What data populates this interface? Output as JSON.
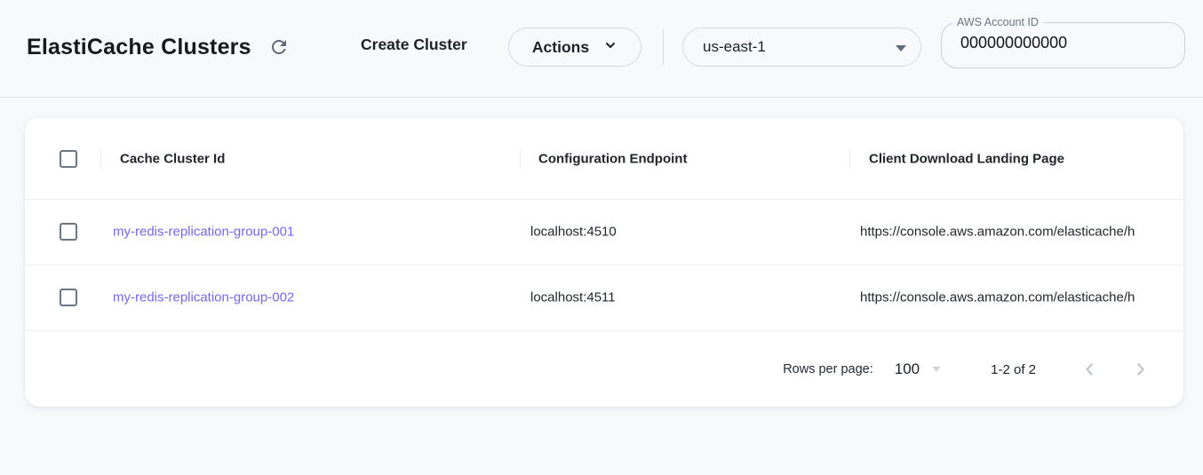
{
  "header": {
    "title": "ElastiCache Clusters",
    "create_cluster_label": "Create Cluster",
    "actions_label": "Actions",
    "region_value": "us-east-1",
    "account_label": "AWS Account ID",
    "account_value": "000000000000"
  },
  "table": {
    "columns": [
      "Cache Cluster Id",
      "Configuration Endpoint",
      "Client Download Landing Page"
    ],
    "rows": [
      {
        "cache_cluster_id": "my-redis-replication-group-001",
        "configuration_endpoint": "localhost:4510",
        "client_download_landing_page": "https://console.aws.amazon.com/elasticache/h"
      },
      {
        "cache_cluster_id": "my-redis-replication-group-002",
        "configuration_endpoint": "localhost:4511",
        "client_download_landing_page": "https://console.aws.amazon.com/elasticache/h"
      }
    ],
    "pagination": {
      "rows_per_page_label": "Rows per page:",
      "rows_per_page_value": "100",
      "range_label": "1-2 of 2"
    }
  },
  "colors": {
    "link": "#7468f1",
    "page_background": "#f8f9fb",
    "icon_gray": "#5f6b7a",
    "disabled_gray": "#c4c7cb"
  }
}
